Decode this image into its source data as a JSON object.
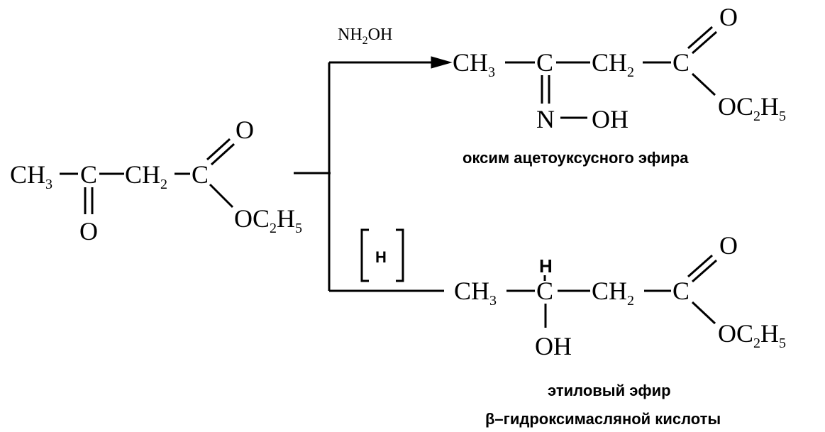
{
  "reactant": {
    "ch3": "CH",
    "ch3_sub": "3",
    "c_keto": "C",
    "ch2": "CH",
    "ch2_sub": "2",
    "c_ester": "C",
    "o_double": "O",
    "o_keto": "O",
    "oc2h5_o": "OC",
    "oc2h5_sub1": "2",
    "oc2h5_h": "H",
    "oc2h5_sub2": "5"
  },
  "reagent_top": {
    "nh": "NH",
    "sub": "2",
    "oh": "OH"
  },
  "reagent_bottom": {
    "label": "H"
  },
  "product_top": {
    "ch3": "CH",
    "ch3_sub": "3",
    "c_oxime": "C",
    "ch2": "CH",
    "ch2_sub": "2",
    "c_ester": "C",
    "o_double": "O",
    "n": "N",
    "oh": "OH",
    "oc2h5_o": "OC",
    "oc2h5_sub1": "2",
    "oc2h5_h": "H",
    "oc2h5_sub2": "5",
    "caption": "оксим ацетоуксусного эфира"
  },
  "product_bottom": {
    "ch3": "CH",
    "ch3_sub": "3",
    "c_center": "C",
    "h": "H",
    "ch2": "CH",
    "ch2_sub": "2",
    "c_ester": "C",
    "o_double": "O",
    "oh": "OH",
    "oc2h5_o": "OC",
    "oc2h5_sub1": "2",
    "oc2h5_h": "H",
    "oc2h5_sub2": "5",
    "caption_line1": "этиловый эфир",
    "caption_line2": "β–гидроксимасляной кислоты"
  }
}
